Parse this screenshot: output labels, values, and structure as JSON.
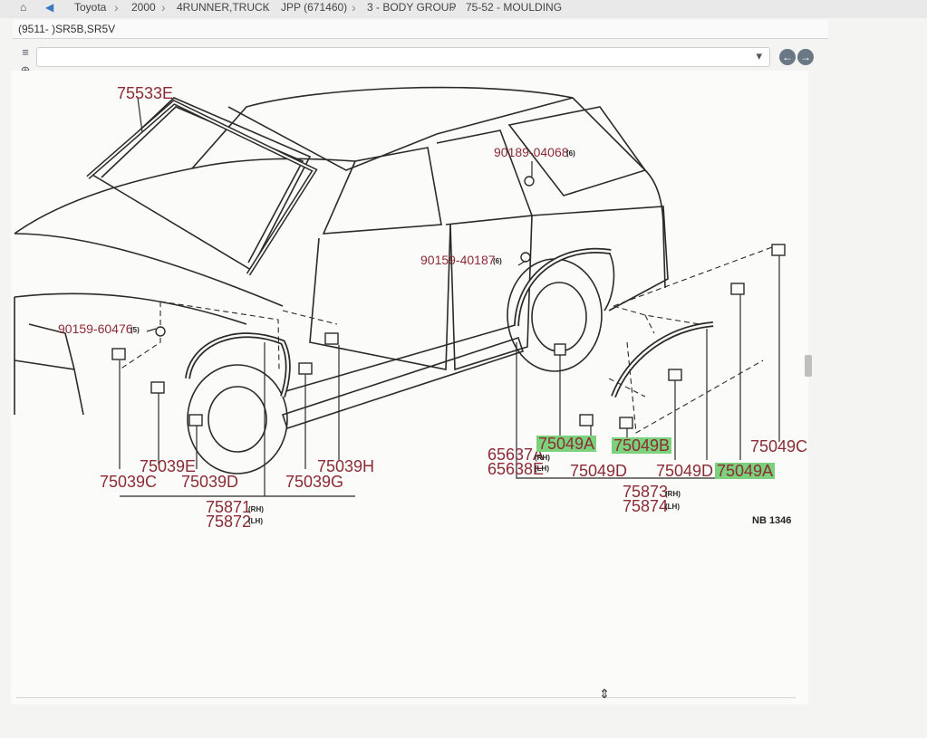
{
  "breadcrumb": [
    {
      "label": "Toyota"
    },
    {
      "label": "2000"
    },
    {
      "label": "4RUNNER,TRUCK"
    },
    {
      "label": "JPP (671460)"
    },
    {
      "label": "3 - BODY GROUP"
    },
    {
      "label": "75-52 - MOULDING"
    }
  ],
  "filter": {
    "label": "(9511- )SR5B,SR5V"
  },
  "nav": {
    "back": "←",
    "forward": "→",
    "dropdown_chevron": "▾"
  },
  "toolbar_icons": [
    "zoom-in-icon",
    "zoom-out-icon",
    "fit-icon",
    "search-parts-icon",
    "print-icon",
    "email-icon",
    "settings-icon",
    "image-icon"
  ],
  "diagram": {
    "code": "NB 1346",
    "labels": {
      "p75533e": "75533E",
      "p90189": "90189-04068",
      "p90189_qty": "(6)",
      "p90159_40187": "90159-40187",
      "p90159_40187_qty": "(6)",
      "p90159_60476": "90159-60476",
      "p90159_60476_qty": "(5)",
      "p75039c": "75039C",
      "p75039e": "75039E",
      "p75039d": "75039D",
      "p75039h": "75039H",
      "p75039g": "75039G",
      "p75871": "75871",
      "p75871_side": "(RH)",
      "p75872": "75872",
      "p75872_side": "(LH)",
      "p65637a": "65637A",
      "p65637a_side": "(RH)",
      "p65638e": "65638E",
      "p65638e_side": "(LH)",
      "p75049a_1": "75049A",
      "p75049b": "75049B",
      "p75049d_1": "75049D",
      "p75049d_2": "75049D",
      "p75049a_2": "75049A",
      "p75049c": "75049C",
      "p75873": "75873",
      "p75873_side": "(RH)",
      "p75874": "75874",
      "p75874_side": "(LH)"
    },
    "highlight_color": "#7cd17c",
    "label_color": "#8b2b34"
  }
}
